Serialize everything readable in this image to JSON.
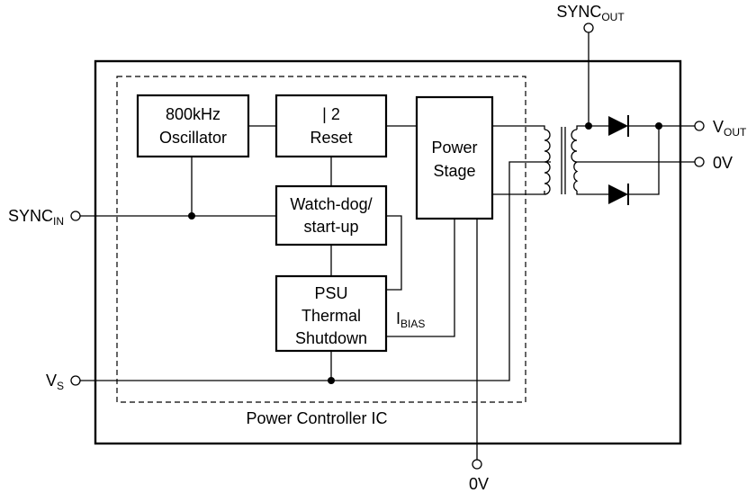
{
  "diagram": {
    "outer_label": "Power Controller IC",
    "blocks": {
      "oscillator": [
        "800kHz",
        "Oscillator"
      ],
      "reset": [
        "| 2",
        "Reset"
      ],
      "watchdog": [
        "Watch-dog/",
        "start-up"
      ],
      "psu": [
        "PSU",
        "Thermal",
        "Shutdown"
      ],
      "power_stage": [
        "Power",
        "Stage"
      ]
    },
    "pins": {
      "sync_in": {
        "main": "SYNC",
        "sub": "IN"
      },
      "vs": {
        "main": "V",
        "sub": "S"
      },
      "sync_out": {
        "main": "SYNC",
        "sub": "OUT"
      },
      "vout": {
        "main": "V",
        "sub": "OUT"
      },
      "zero_v_right": "0V",
      "zero_v_bottom": "0V"
    },
    "ibias": {
      "main": "I",
      "sub": "BIAS"
    }
  }
}
